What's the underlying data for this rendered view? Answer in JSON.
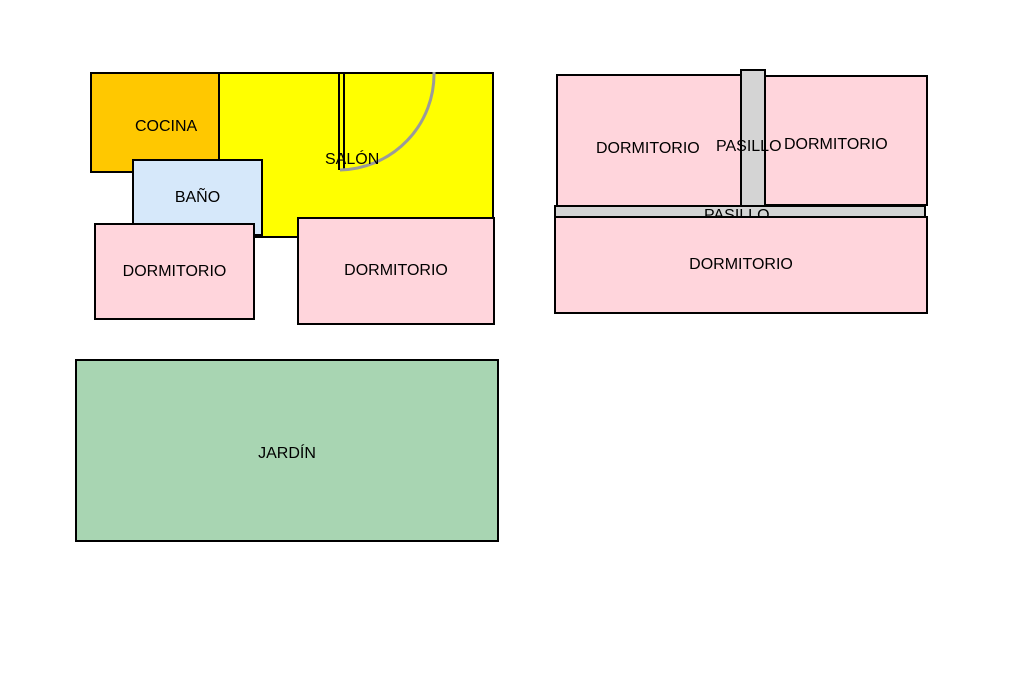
{
  "colors": {
    "kitchen": "#FFC800",
    "living": "#FFFF00",
    "bathroom": "#D6E8FA",
    "bedroom": "#FFD5DC",
    "hallway": "#D4D4D4",
    "garden": "#A8D5B2",
    "wall": "#000000",
    "door_arc": "#9A9A9A"
  },
  "ground_floor": {
    "kitchen": "COCINA",
    "living_room": "SALÓN",
    "bathroom": "BAÑO",
    "bedroom_left": "DORMITORIO",
    "bedroom_right": "DORMITORIO"
  },
  "upper_floor": {
    "bedroom_left": "DORMITORIO",
    "hallway_vertical": "PASILLO",
    "bedroom_right": "DORMITORIO",
    "hallway_horizontal": "PASILLO",
    "bedroom_bottom": "DORMITORIO"
  },
  "garden": "JARDÍN"
}
